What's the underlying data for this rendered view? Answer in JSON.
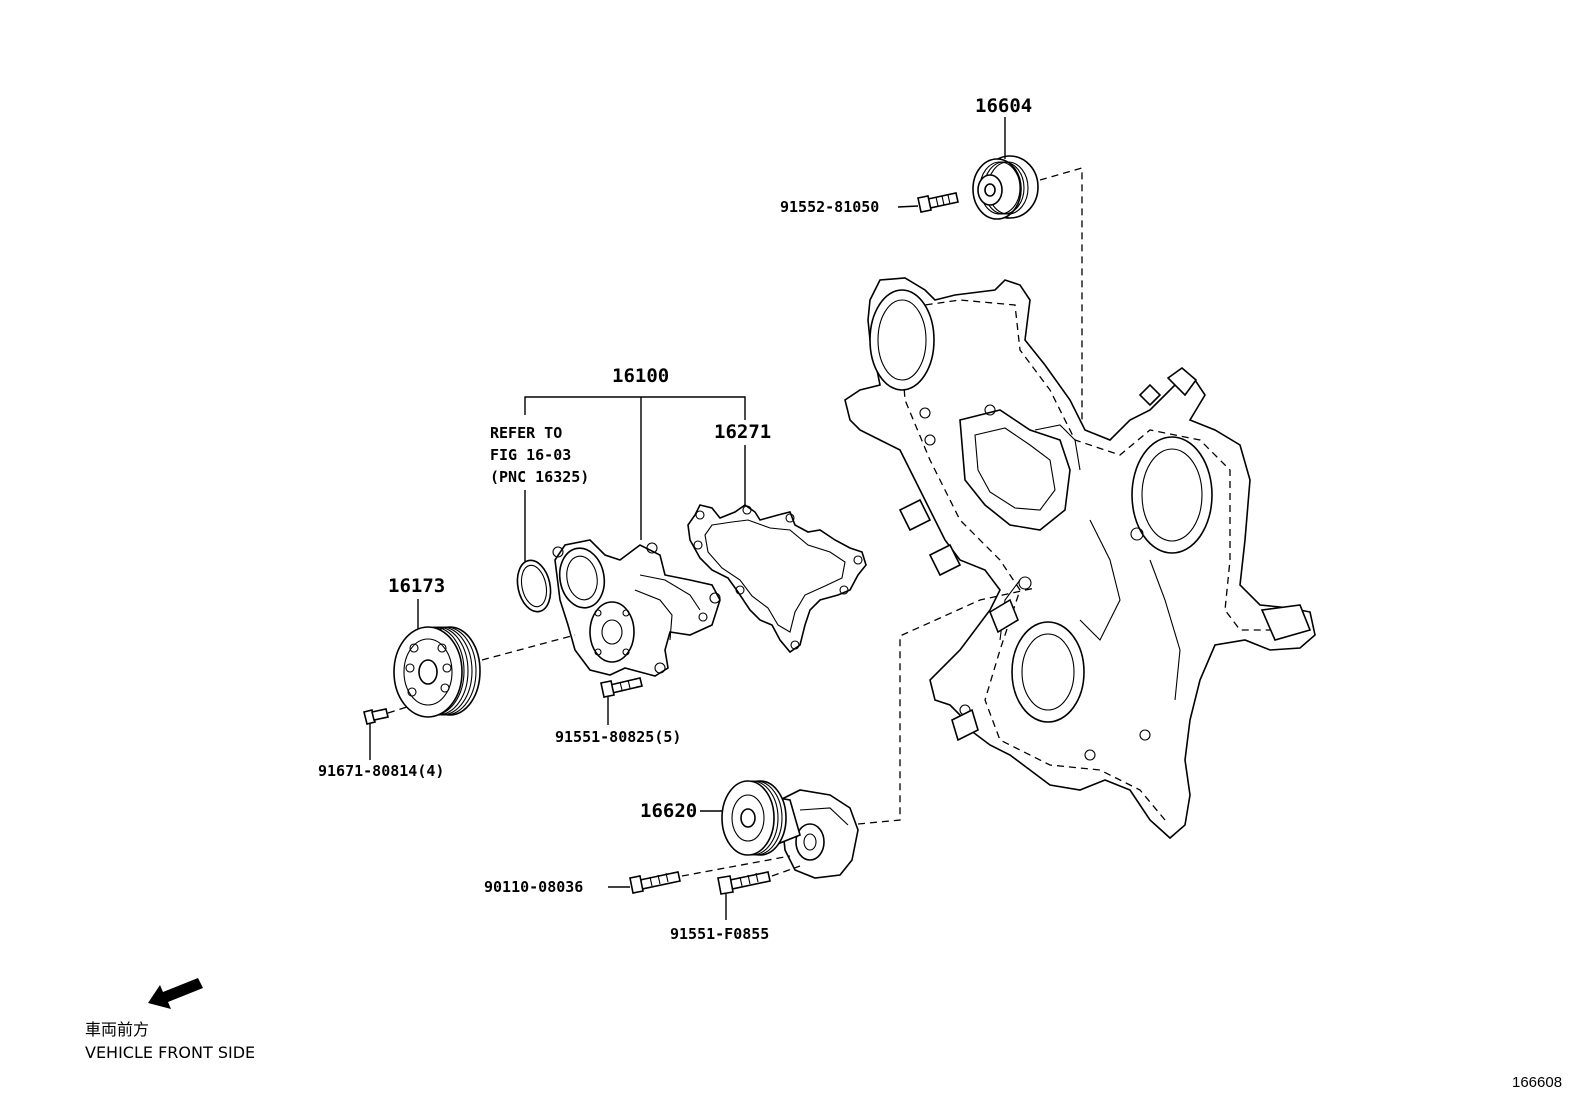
{
  "parts": {
    "idler_pulley": "16604",
    "idler_bolt": "91552-81050",
    "water_pump_assy": "16100",
    "pump_gasket": "16271",
    "refer_note": [
      "REFER TO",
      "FIG 16-03",
      "(PNC 16325)"
    ],
    "fan_pulley": "16173",
    "pulley_bolt": "91671-80814(4)",
    "pump_bolt": "91551-80825(5)",
    "belt_tensioner": "16620",
    "tensioner_bolt_a": "90110-08036",
    "tensioner_bolt_b": "91551-F0855"
  },
  "front_indicator": {
    "jp": "車両前方",
    "en": "VEHICLE FRONT SIDE"
  },
  "figure_id": "166608"
}
